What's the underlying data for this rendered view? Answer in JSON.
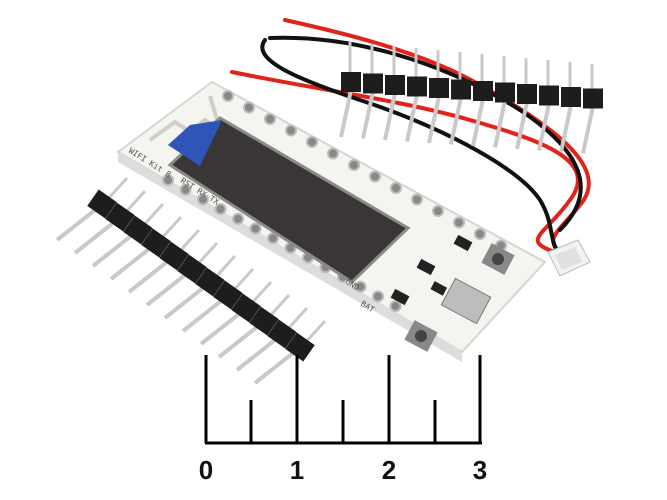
{
  "photo": {
    "colors": {
      "board": "#f4f4f0",
      "oled": "#3a3536",
      "oled_tab": "#2f55b8",
      "header": "#1d1d1d",
      "pin": "#c9c9c9",
      "wire_red": "#e2231a",
      "wire_black": "#111111",
      "connector": "#f2f2f2"
    }
  },
  "board_silkscreen": {
    "top_left": "WIFI Kit 8",
    "left_row": "RST RX TX",
    "bottom_left": "GND",
    "bottom": "BAT"
  },
  "ruler": {
    "labels": [
      "0",
      "1",
      "2",
      "3"
    ]
  }
}
